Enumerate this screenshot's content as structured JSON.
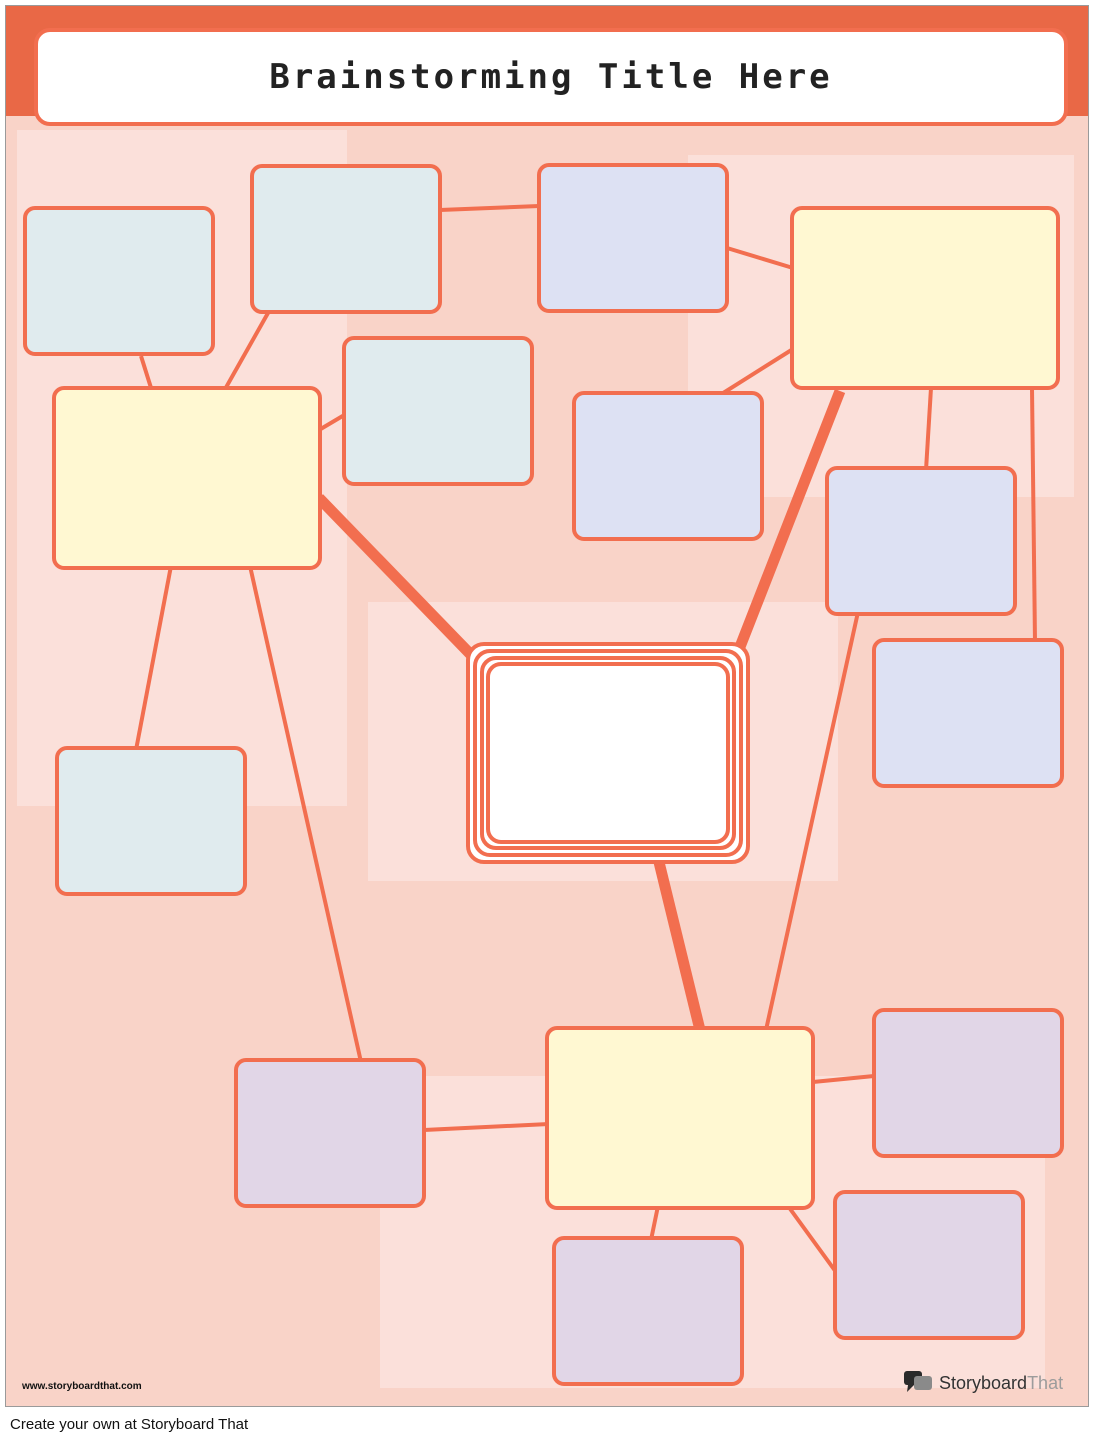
{
  "title": "Brainstorming Title Here",
  "colors": {
    "accent": "#f26e4f",
    "band": "#e96846",
    "background": "#f9d3c8",
    "panel": "#fbe0da",
    "main_topic": "#fff8d2",
    "subtopic_blue": "#e0ebee",
    "subtopic_lavender": "#dde1f3",
    "subtopic_purple": "#e1d6e7",
    "center": "#ffffff"
  },
  "nodes": [
    {
      "id": "center",
      "role": "central-idea",
      "fill": "center"
    },
    {
      "id": "main-left",
      "role": "main-topic",
      "fill": "main_topic"
    },
    {
      "id": "main-right",
      "role": "main-topic",
      "fill": "main_topic"
    },
    {
      "id": "main-bottom",
      "role": "main-topic",
      "fill": "main_topic"
    },
    {
      "id": "left-1",
      "role": "subtopic",
      "fill": "subtopic_blue"
    },
    {
      "id": "left-2",
      "role": "subtopic",
      "fill": "subtopic_blue"
    },
    {
      "id": "left-3",
      "role": "subtopic",
      "fill": "subtopic_blue"
    },
    {
      "id": "left-4",
      "role": "subtopic",
      "fill": "subtopic_blue"
    },
    {
      "id": "right-1",
      "role": "subtopic",
      "fill": "subtopic_lavender"
    },
    {
      "id": "right-2",
      "role": "subtopic",
      "fill": "subtopic_lavender"
    },
    {
      "id": "right-3",
      "role": "subtopic",
      "fill": "subtopic_lavender"
    },
    {
      "id": "right-4",
      "role": "subtopic",
      "fill": "subtopic_lavender"
    },
    {
      "id": "bottom-1",
      "role": "subtopic",
      "fill": "subtopic_purple"
    },
    {
      "id": "bottom-2",
      "role": "subtopic",
      "fill": "subtopic_purple"
    },
    {
      "id": "bottom-3",
      "role": "subtopic",
      "fill": "subtopic_purple"
    },
    {
      "id": "bottom-4",
      "role": "subtopic",
      "fill": "subtopic_purple"
    }
  ],
  "edges": [
    {
      "from": "center",
      "to": "main-left",
      "weight": "thick"
    },
    {
      "from": "center",
      "to": "main-right",
      "weight": "thick"
    },
    {
      "from": "center",
      "to": "main-bottom",
      "weight": "thick"
    },
    {
      "from": "main-left",
      "to": "left-1",
      "weight": "thin"
    },
    {
      "from": "main-left",
      "to": "left-2",
      "weight": "thin"
    },
    {
      "from": "main-left",
      "to": "left-3",
      "weight": "thin"
    },
    {
      "from": "main-left",
      "to": "left-4",
      "weight": "thin"
    },
    {
      "from": "main-left",
      "to": "bottom-1",
      "weight": "thin"
    },
    {
      "from": "left-2",
      "to": "right-1",
      "weight": "thin"
    },
    {
      "from": "main-right",
      "to": "right-1",
      "weight": "thin"
    },
    {
      "from": "main-right",
      "to": "right-2",
      "weight": "thin"
    },
    {
      "from": "main-right",
      "to": "right-3",
      "weight": "thin"
    },
    {
      "from": "main-right",
      "to": "right-4",
      "weight": "thin"
    },
    {
      "from": "main-bottom",
      "to": "right-3",
      "weight": "thin"
    },
    {
      "from": "main-bottom",
      "to": "bottom-1",
      "weight": "thin"
    },
    {
      "from": "main-bottom",
      "to": "bottom-2",
      "weight": "thin"
    },
    {
      "from": "main-bottom",
      "to": "bottom-3",
      "weight": "thin"
    },
    {
      "from": "main-bottom",
      "to": "bottom-4",
      "weight": "thin"
    }
  ],
  "footer": {
    "url": "www.storyboardthat.com",
    "logo_main": "Storyboard",
    "logo_accent": "That",
    "caption": "Create your own at Storyboard That"
  }
}
